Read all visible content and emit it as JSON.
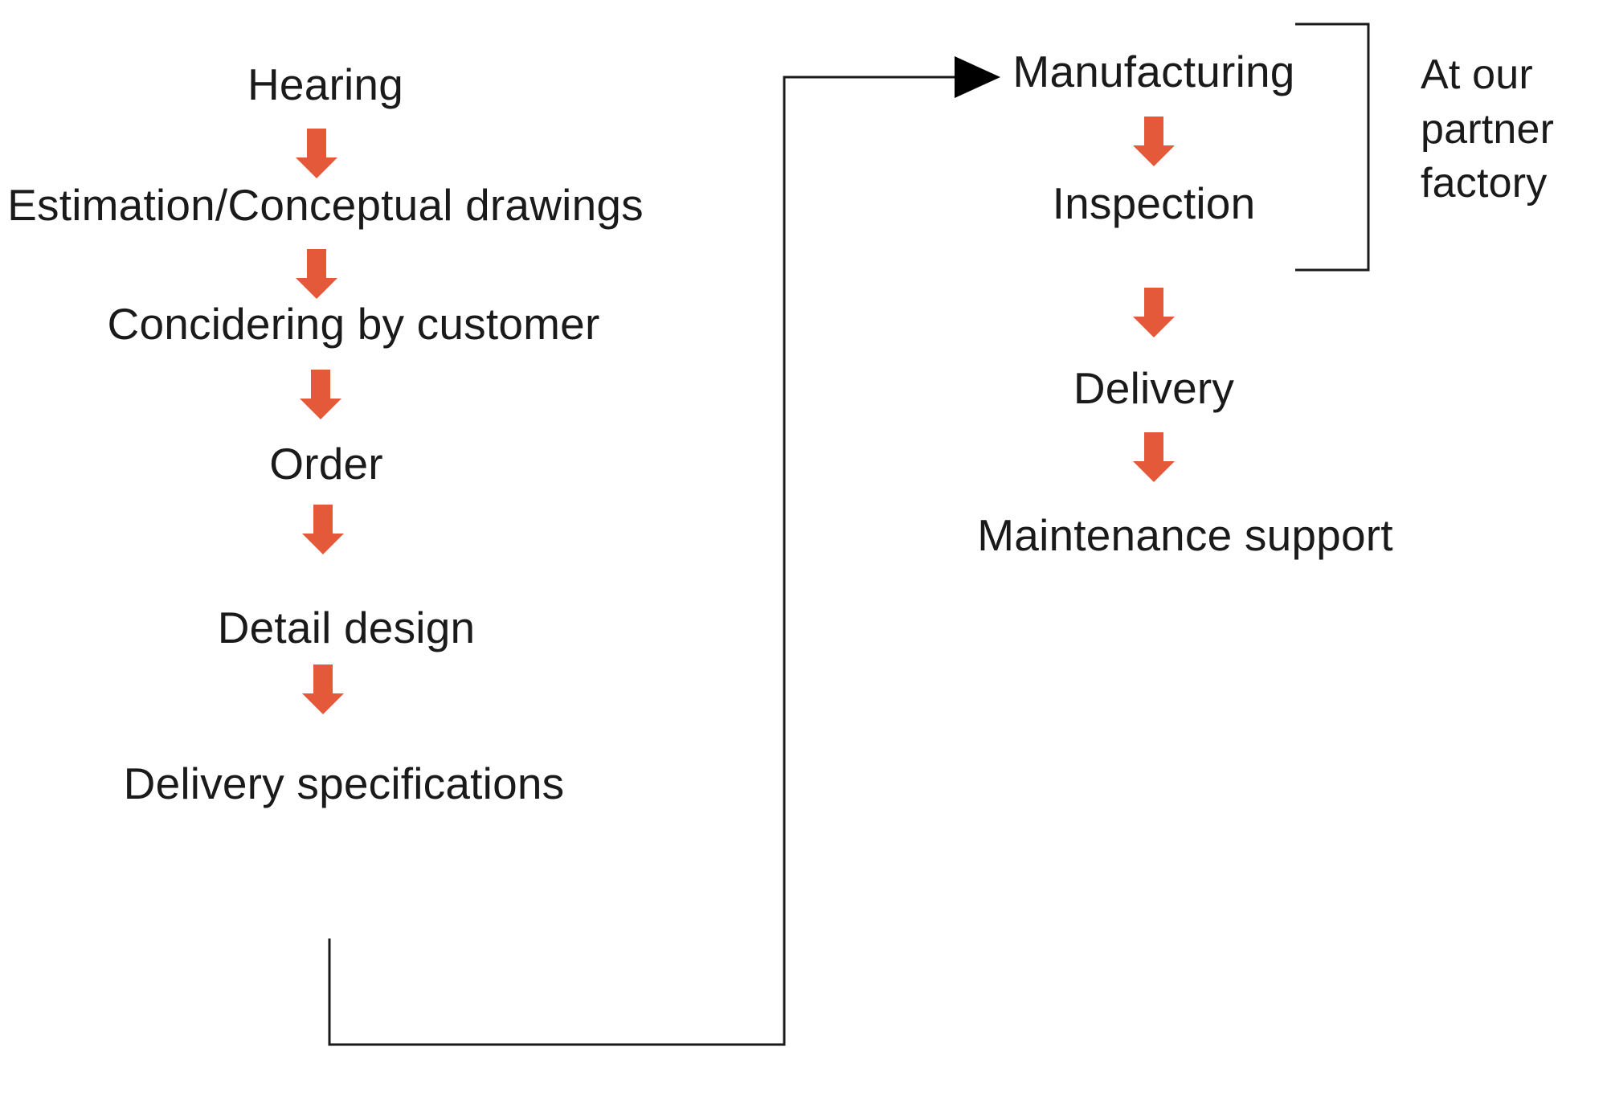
{
  "diagram": {
    "title": "Production workflow flowchart",
    "background_color": "#ffffff",
    "arrow_color": "#E4593A",
    "line_color": "#1a1a1a",
    "text_color": "#1a1a1a"
  },
  "left_column": {
    "steps": [
      {
        "id": "hearing",
        "label": "Hearing"
      },
      {
        "id": "estimation",
        "label": "Estimation/Conceptual drawings"
      },
      {
        "id": "concidering",
        "label": "Concidering by customer"
      },
      {
        "id": "order",
        "label": "Order"
      },
      {
        "id": "detail-design",
        "label": "Detail design"
      },
      {
        "id": "delivery-specifications",
        "label": "Delivery specifications"
      }
    ]
  },
  "right_column": {
    "steps": [
      {
        "id": "manufacturing",
        "label": "Manufacturing"
      },
      {
        "id": "inspection",
        "label": "Inspection"
      },
      {
        "id": "delivery",
        "label": "Delivery"
      },
      {
        "id": "maintenance-support",
        "label": "Maintenance support"
      }
    ]
  },
  "annotations": {
    "partner_factory": {
      "id": "at-our-partner-factory",
      "line1": "At our",
      "line2": "partner",
      "line3": "factory",
      "covers": [
        "Manufacturing",
        "Inspection"
      ]
    }
  },
  "icons": {
    "down_arrow": "down-arrow-icon",
    "right_arrowhead": "right-arrowhead-icon",
    "bracket": "bracket-icon"
  }
}
